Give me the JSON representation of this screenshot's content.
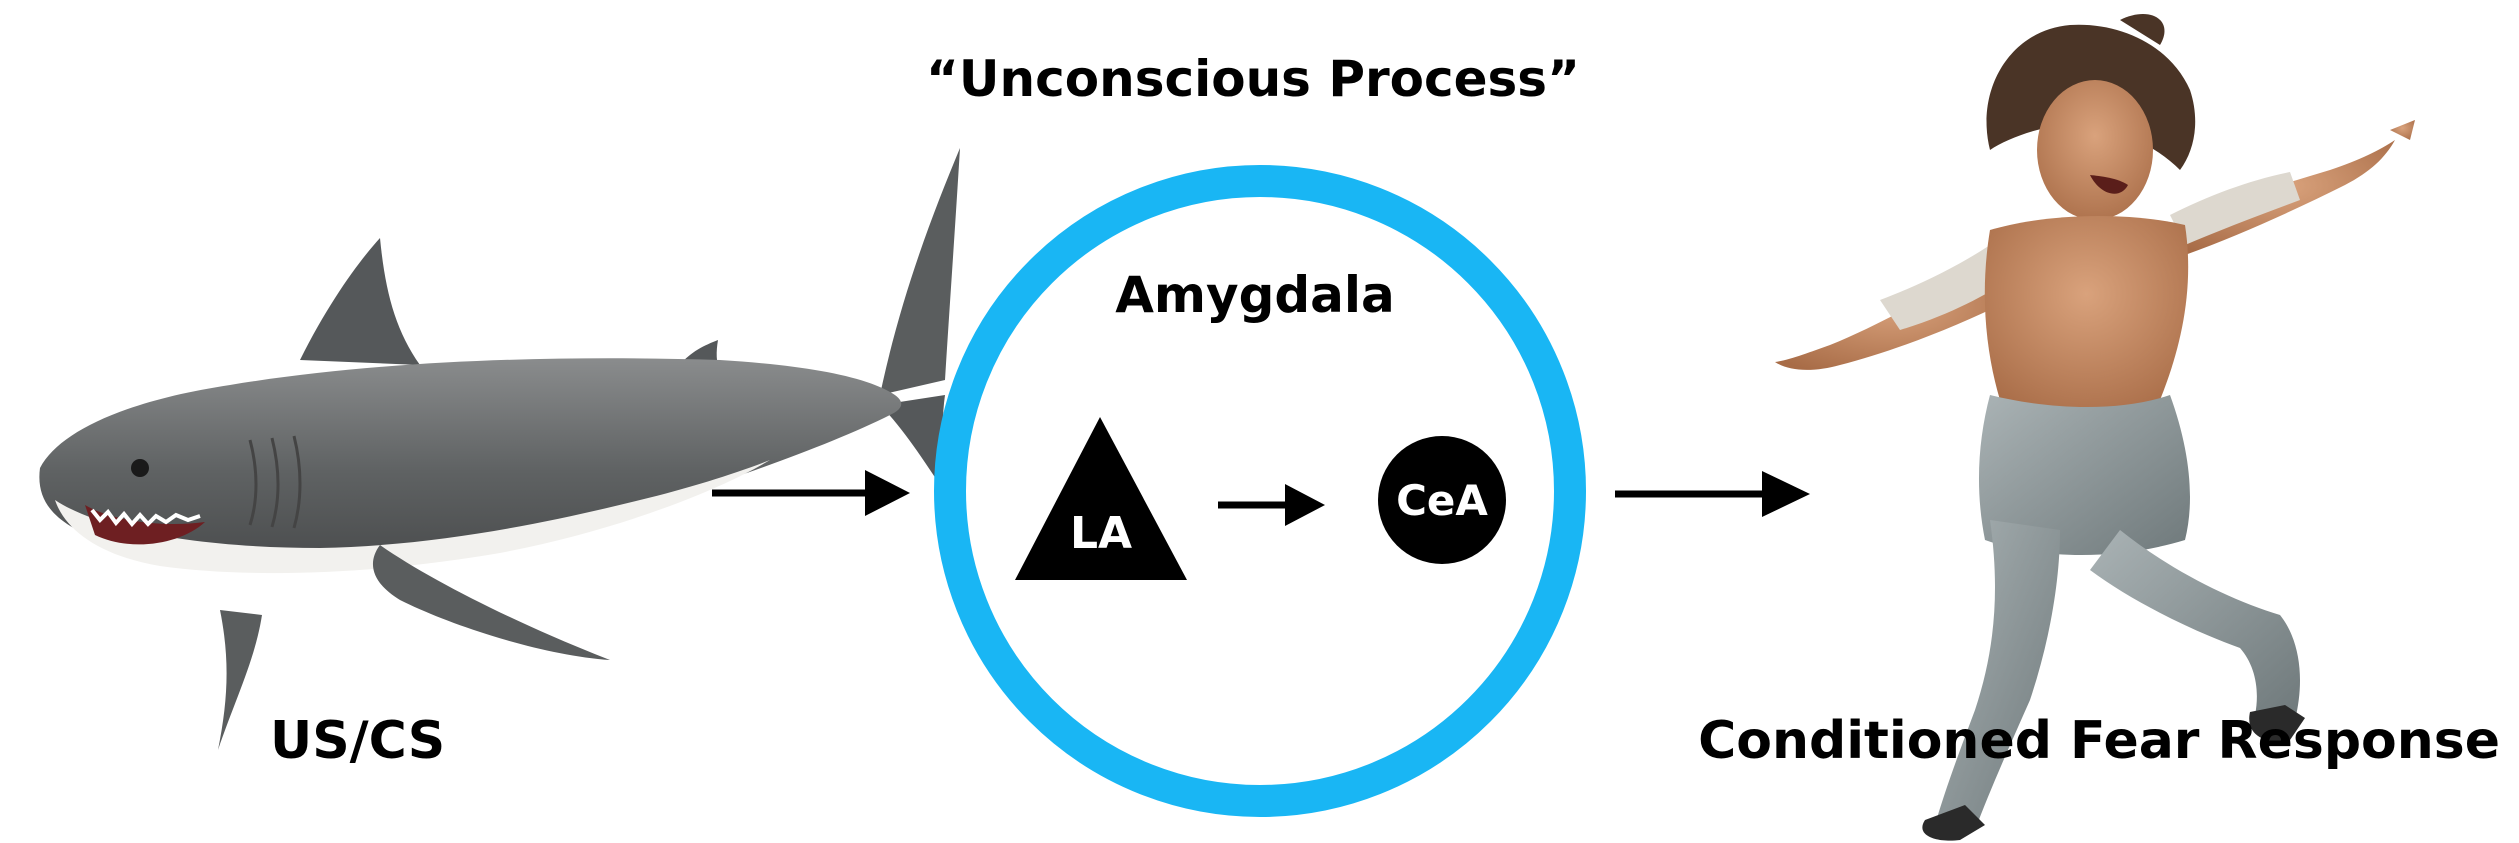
{
  "diagram": {
    "title": "“Unconscious Process”",
    "stimulus_label": "US/CS",
    "region_label": "Amygdala",
    "nucleus_input_label": "LA",
    "nucleus_output_label": "CeA",
    "response_label": "Conditioned Fear Response"
  },
  "images": {
    "stimulus": "shark-image",
    "response": "screaming-jumping-man-image"
  },
  "colors": {
    "ring": "#19b6f4",
    "ink": "#000000",
    "shark_body": "#6d6f70",
    "shark_belly": "#f2f1ee",
    "skin": "#c58a63",
    "jeans": "#8e989a",
    "shirt": "#ddd8cf"
  }
}
